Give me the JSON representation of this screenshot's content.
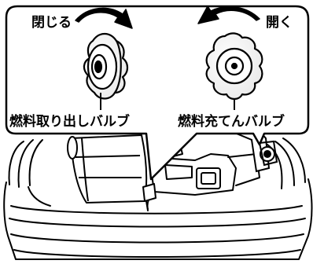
{
  "labels": {
    "close": "閉じる",
    "open": "開く",
    "fuel_outlet_valve": "燃料取り出しバルブ",
    "fuel_fill_valve": "燃料充てんバルブ"
  },
  "colors": {
    "line": "#000000",
    "background": "#ffffff"
  }
}
